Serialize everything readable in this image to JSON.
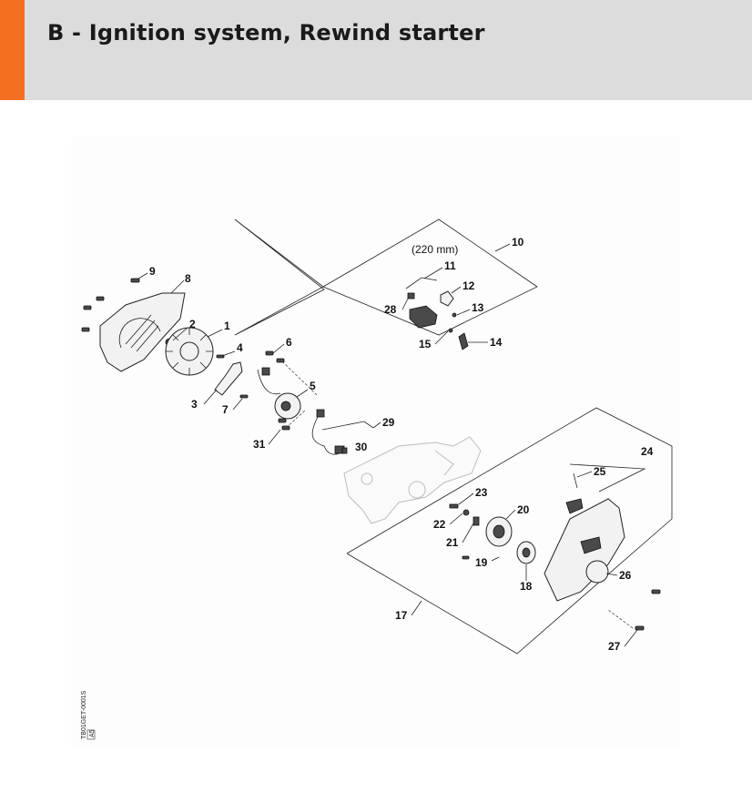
{
  "header": {
    "title": "B - Ignition system, Rewind starter",
    "accent_color": "#f37021",
    "background_color": "#dcdcdc"
  },
  "diagram": {
    "note_length": "(220 mm)",
    "drawing_code": "TB01GET-0001S",
    "drawing_code_box": "A5",
    "labels": {
      "p1": "1",
      "p2": "2",
      "p3": "3",
      "p4": "4",
      "p5": "5",
      "p6": "6",
      "p7": "7",
      "p8": "8",
      "p9": "9",
      "p10": "10",
      "p11": "11",
      "p12": "12",
      "p13": "13",
      "p14": "14",
      "p15": "15",
      "p17": "17",
      "p18": "18",
      "p19": "19",
      "p20": "20",
      "p21": "21",
      "p22": "22",
      "p23": "23",
      "p24": "24",
      "p25": "25",
      "p26": "26",
      "p27": "27",
      "p28": "28",
      "p29": "29",
      "p30": "30",
      "p31": "31"
    }
  }
}
